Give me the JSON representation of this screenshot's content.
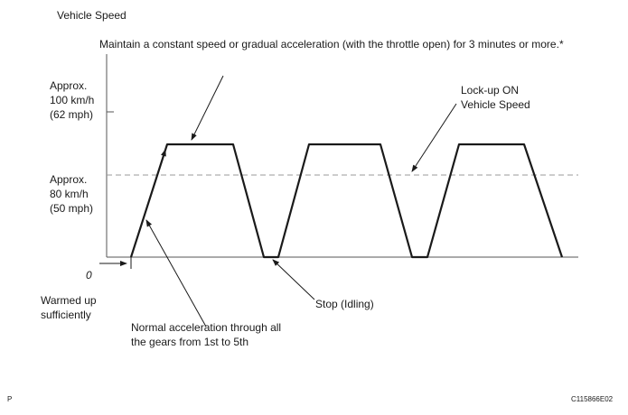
{
  "title": "Vehicle Speed",
  "instruction": "Maintain a constant speed or gradual acceleration (with the throttle open) for 3 minutes or more.*",
  "y_labels": {
    "approx_100": [
      "Approx.",
      "100 km/h",
      "(62 mph)"
    ],
    "approx_80": [
      "Approx.",
      "80 km/h",
      "(50 mph)"
    ],
    "zero": "0"
  },
  "annotations": {
    "lockup": [
      "Lock-up ON",
      "Vehicle Speed"
    ],
    "warmed": [
      "Warmed up",
      "sufficiently"
    ],
    "stop": "Stop (Idling)",
    "normal_accel": [
      "Normal acceleration through all",
      "the gears from 1st to 5th"
    ]
  },
  "footer": {
    "left": "P",
    "right": "C115866E02"
  },
  "colors": {
    "line": "#1a1a1a",
    "dashed": "#999999"
  }
}
